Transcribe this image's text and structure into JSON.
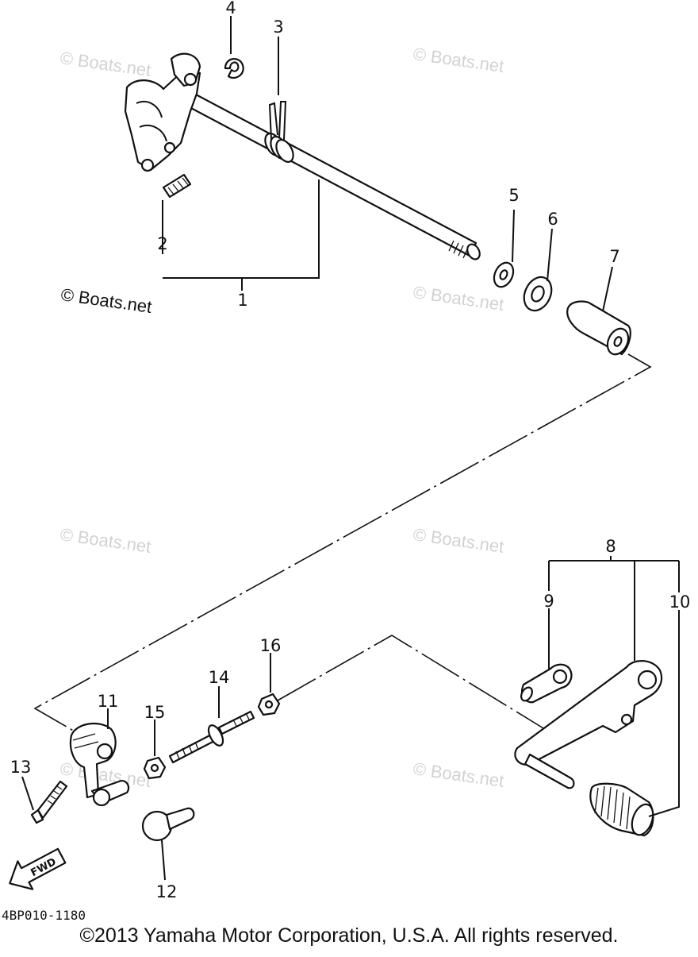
{
  "diagram": {
    "callouts": [
      "1",
      "2",
      "3",
      "4",
      "5",
      "6",
      "7",
      "8",
      "9",
      "10",
      "11",
      "12",
      "13",
      "14",
      "15",
      "16"
    ],
    "watermark": "© Boats.net",
    "direction_label": "FWD",
    "drawing_code": "4BP010-1180",
    "copyright": "©2013 Yamaha Motor Corporation, U.S.A. All rights reserved."
  }
}
